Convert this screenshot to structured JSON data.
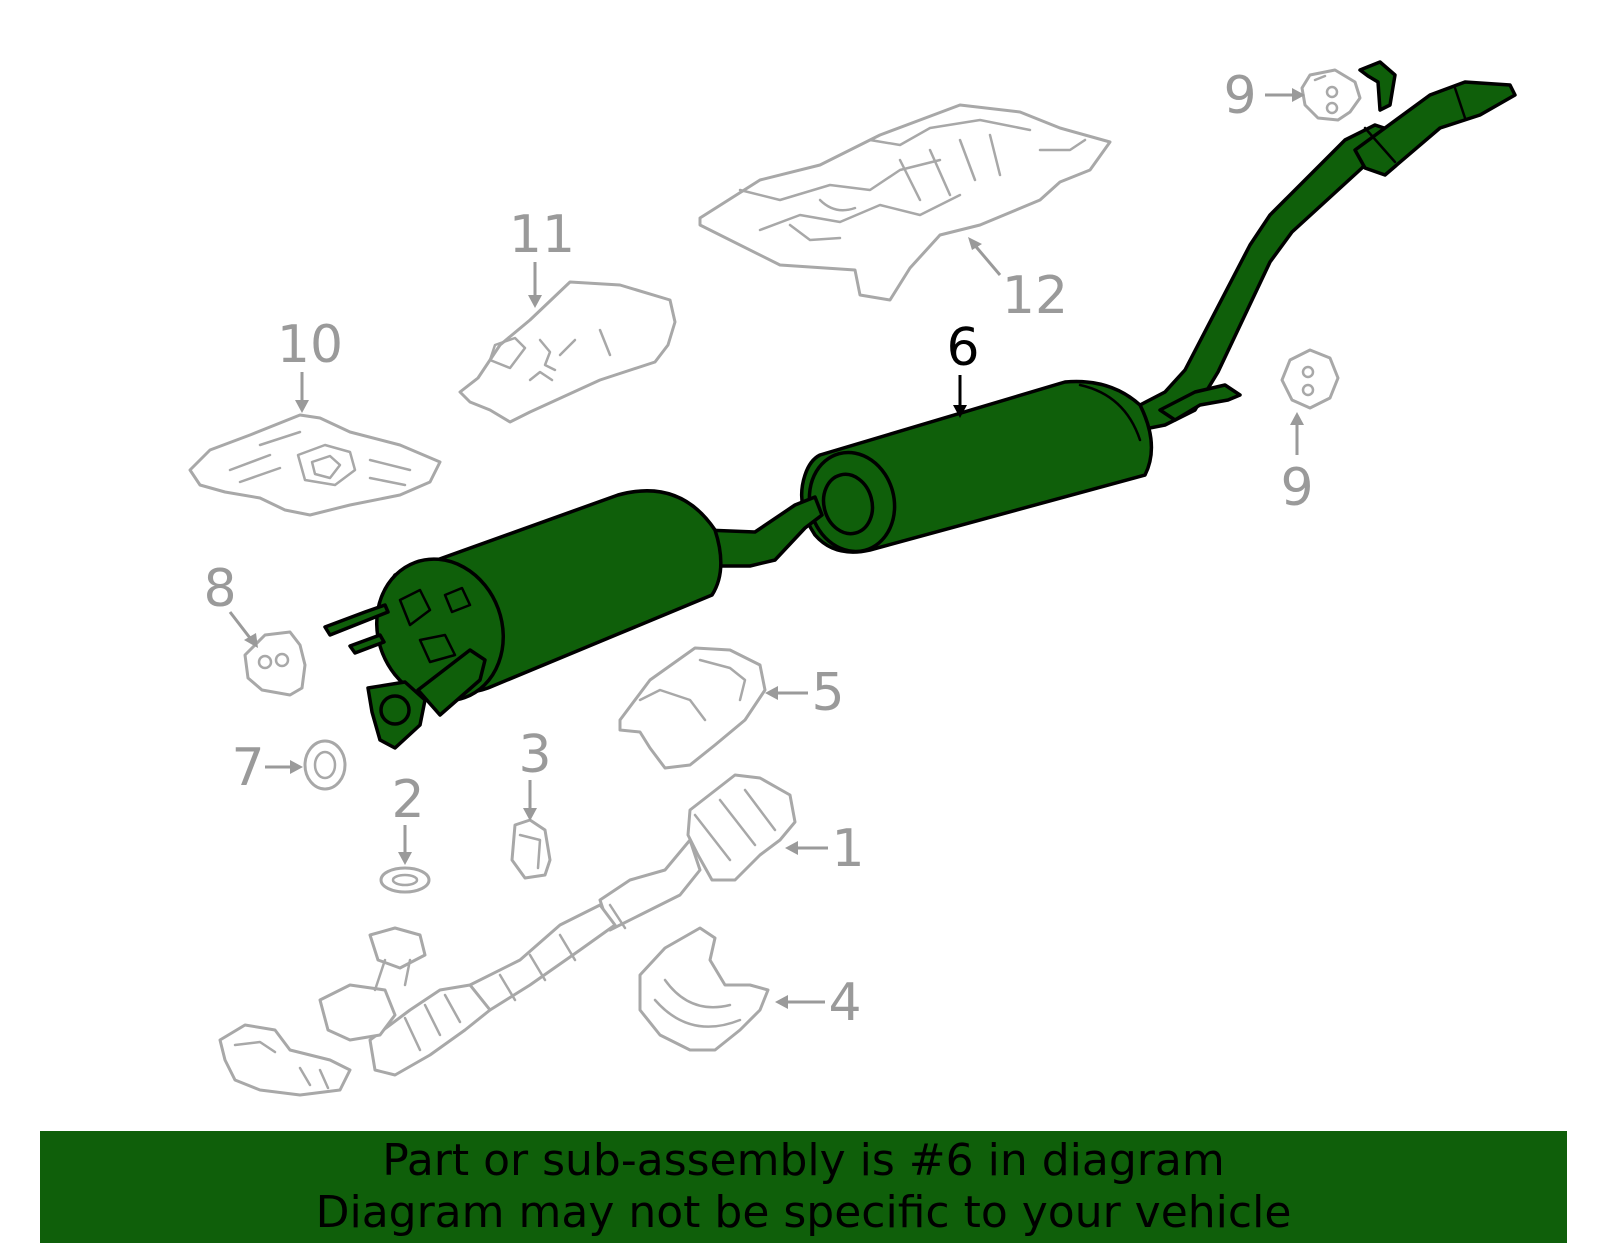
{
  "diagram": {
    "highlight_color": "#0f5f0a",
    "callouts": [
      {
        "id": "c1",
        "text": "1"
      },
      {
        "id": "c2",
        "text": "2"
      },
      {
        "id": "c3",
        "text": "3"
      },
      {
        "id": "c4",
        "text": "4"
      },
      {
        "id": "c5",
        "text": "5"
      },
      {
        "id": "c6",
        "text": "6",
        "highlighted": true
      },
      {
        "id": "c7",
        "text": "7"
      },
      {
        "id": "c8",
        "text": "8"
      },
      {
        "id": "c9a",
        "text": "9"
      },
      {
        "id": "c9b",
        "text": "9"
      },
      {
        "id": "c10",
        "text": "10"
      },
      {
        "id": "c11",
        "text": "11"
      },
      {
        "id": "c12",
        "text": "12"
      }
    ]
  },
  "banner": {
    "line1": "Part or sub-assembly is #6 in diagram",
    "line2": "Diagram may not be specific to your vehicle",
    "background": "#0f5f0a"
  }
}
